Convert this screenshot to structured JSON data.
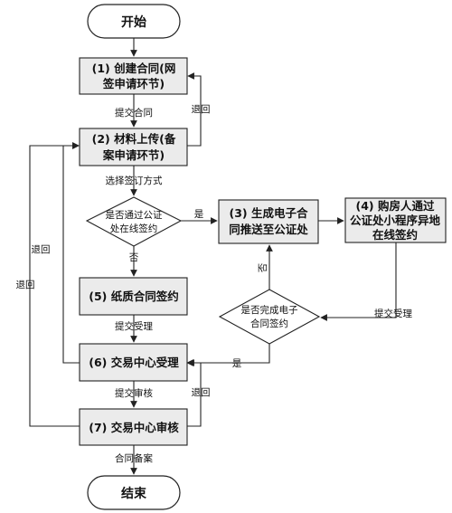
{
  "nodes": {
    "start": "开始",
    "step1": [
      "(1) 创建合同(网",
      "签申请环节)"
    ],
    "step2": [
      "(2) 材料上传(备",
      "案申请环节)"
    ],
    "decision_online": [
      "是否通过公证",
      "处在线签约"
    ],
    "step3": [
      "(3) 生成电子合",
      "同推送至公证处"
    ],
    "step4": [
      "(4) 购房人通过",
      "公证处小程序异地",
      "在线签约"
    ],
    "step5": "(5) 纸质合同签约",
    "decision_done": [
      "是否完成电子",
      "合同签约"
    ],
    "step6": "(6) 交易中心受理",
    "step7": "(7) 交易中心审核",
    "end": "结束"
  },
  "labels": {
    "submit_contract": "提交合同",
    "choose_method": "选择签订方式",
    "yes_1": "是",
    "no_1": "否",
    "no_2": "否",
    "yes_2": "是",
    "submit_accept_left": "提交受理",
    "submit_accept_right": "提交受理",
    "submit_review": "提交审核",
    "contract_filing": "合同备案",
    "return_1": "退回",
    "return_2": "退回",
    "return_3": "退回",
    "return_4": "退回"
  }
}
